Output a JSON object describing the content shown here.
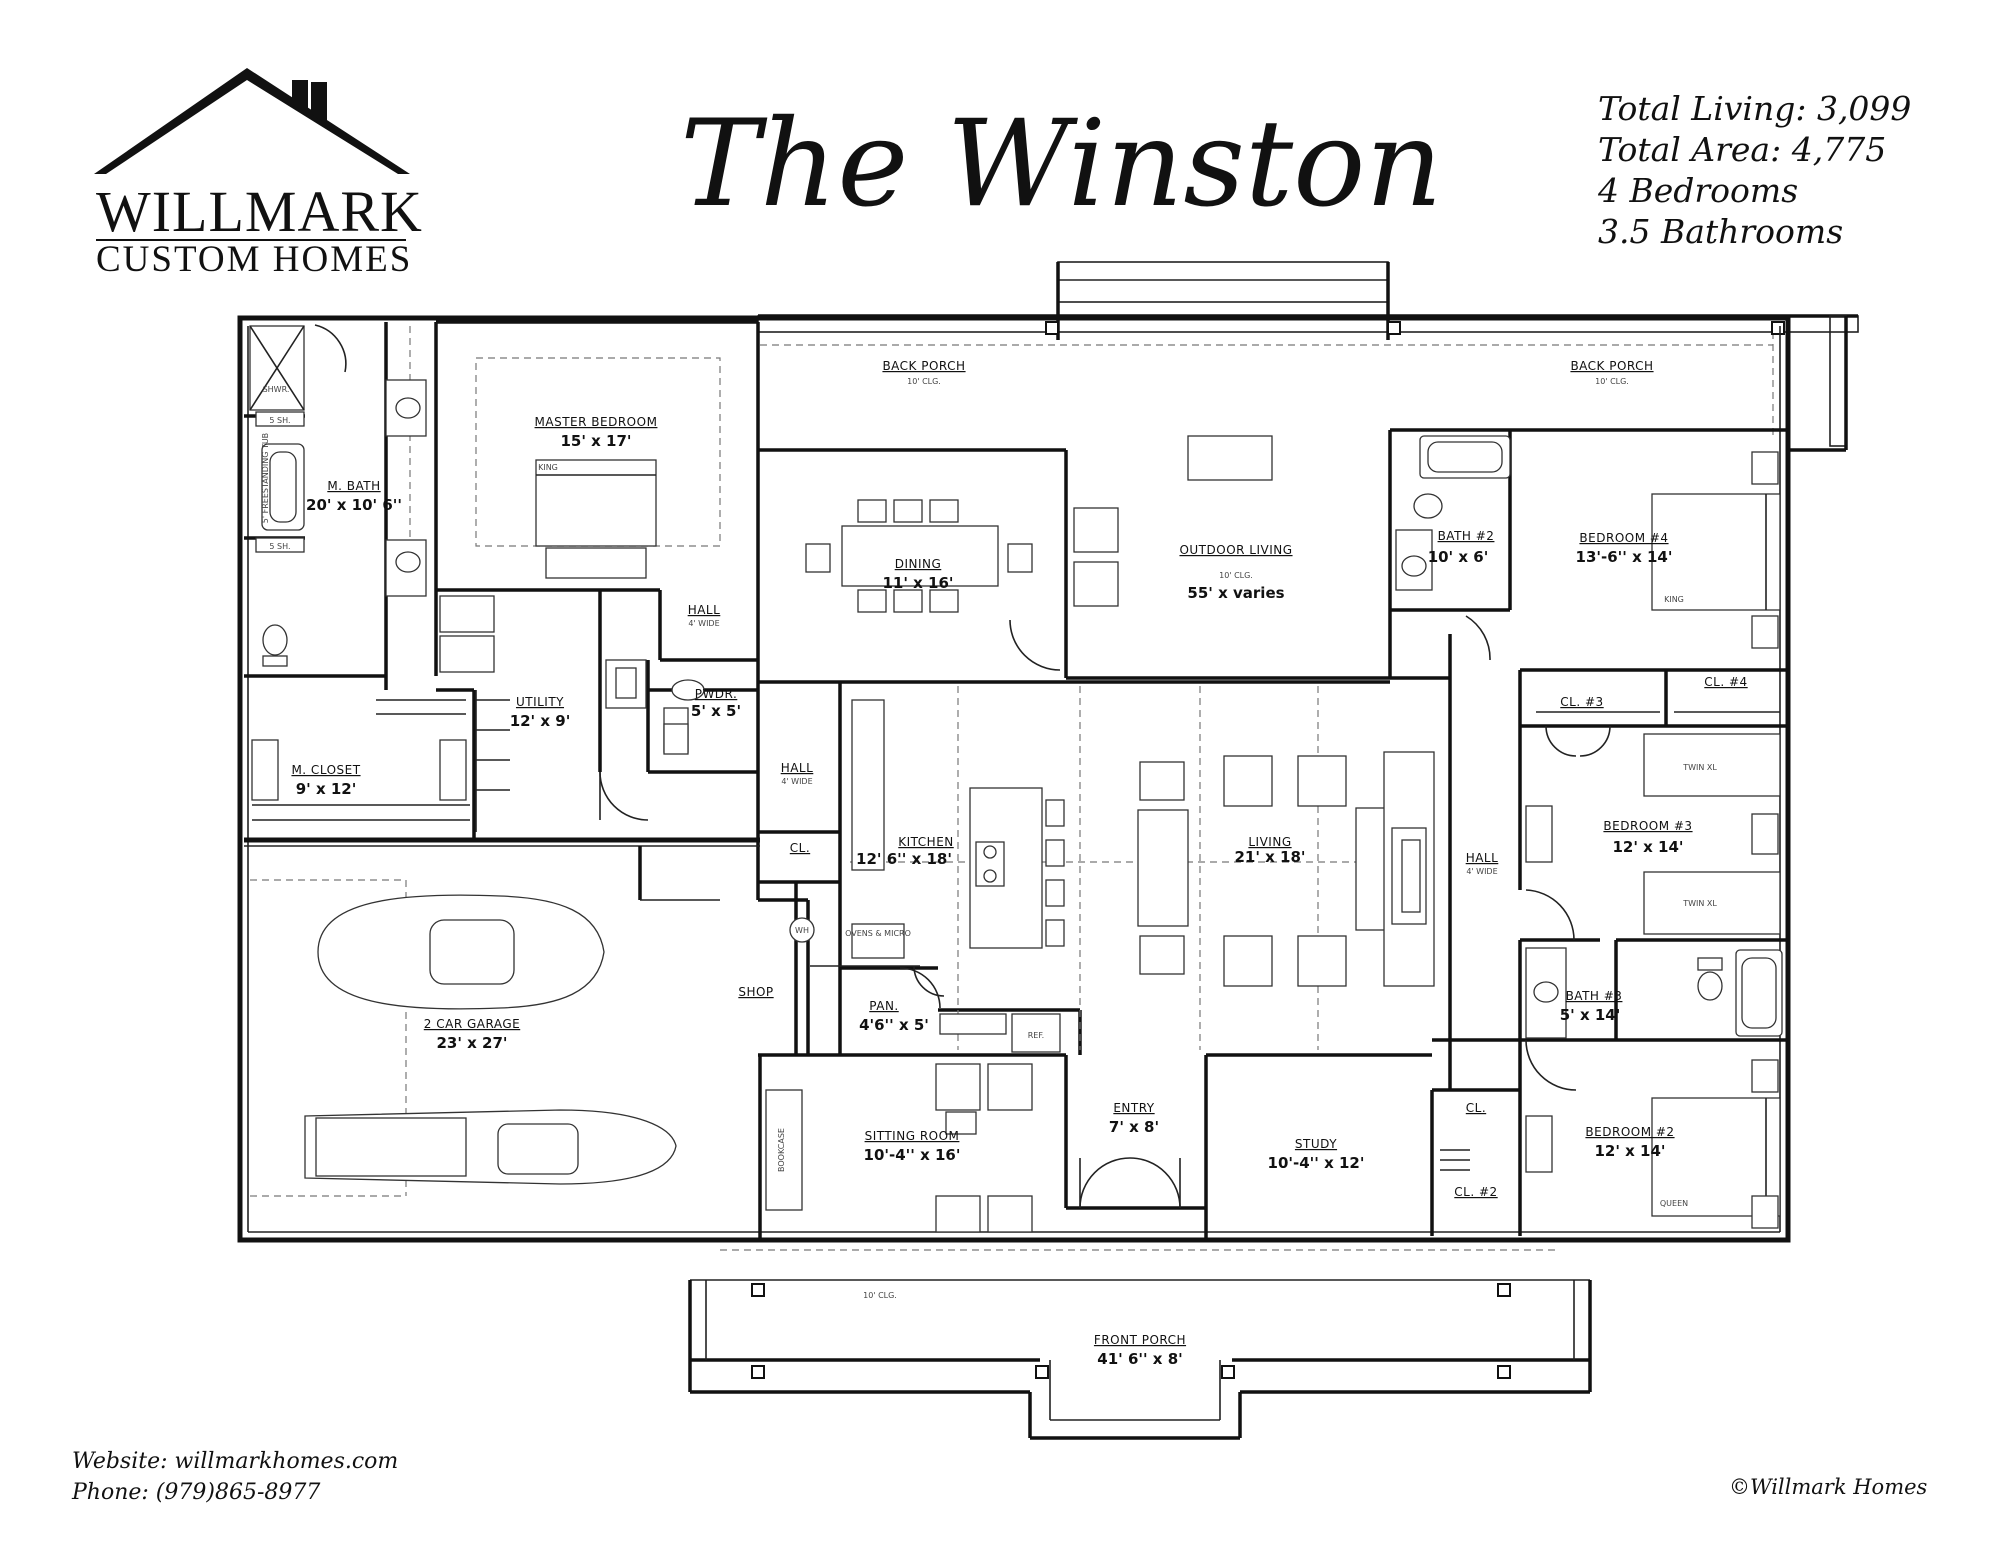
{
  "header": {
    "title": "The Winston",
    "stats": [
      "Total Living: 3,099",
      "Total Area: 4,775",
      "4 Bedrooms",
      "3.5 Bathrooms"
    ]
  },
  "logo": {
    "line1": "WILLMARK",
    "line2": "CUSTOM HOMES"
  },
  "footer": {
    "website": "Website: willmarkhomes.com",
    "phone": "Phone: (979)865-8977",
    "copyright": "©Willmark Homes"
  },
  "rooms": {
    "back_porch_left": {
      "name": "BACK PORCH",
      "note": "10' CLG."
    },
    "back_porch_right": {
      "name": "BACK PORCH",
      "note": "10' CLG."
    },
    "master_bedroom": {
      "name": "MASTER BEDROOM",
      "dim": "15' x 17'",
      "note": "KING"
    },
    "m_bath": {
      "name": "M. BATH",
      "dim": "20' x 10' 6''"
    },
    "dining": {
      "name": "DINING",
      "dim": "11' x 16'"
    },
    "outdoor_living": {
      "name": "OUTDOOR LIVING",
      "note": "10' CLG.",
      "dim": "55' x varies"
    },
    "bath_2": {
      "name": "BATH #2",
      "dim": "10' x 6'"
    },
    "bedroom_4": {
      "name": "BEDROOM #4",
      "dim": "13'-6'' x 14'",
      "note": "KING"
    },
    "hall_top": {
      "name": "HALL",
      "note": "4' WIDE"
    },
    "utility": {
      "name": "UTILITY",
      "dim": "12' x 9'"
    },
    "pwdr": {
      "name": "PWDR.",
      "dim": "5' x 5'"
    },
    "m_closet": {
      "name": "M. CLOSET",
      "dim": "9' x 12'"
    },
    "hall_mid": {
      "name": "HALL",
      "note": "4' WIDE"
    },
    "cl_3": {
      "name": "CL. #3"
    },
    "cl_4": {
      "name": "CL. #4"
    },
    "bedroom_3": {
      "name": "BEDROOM #3",
      "dim": "12' x 14'",
      "bed1": "TWIN XL",
      "bed2": "TWIN XL"
    },
    "kitchen": {
      "name": "KITCHEN",
      "dim": "12' 6'' x 18'"
    },
    "living": {
      "name": "LIVING",
      "dim": "21' x 18'"
    },
    "hall_right": {
      "name": "HALL",
      "note": "4' WIDE"
    },
    "cl": {
      "name": "CL."
    },
    "cl_right": {
      "name": "CL."
    },
    "shop": {
      "name": "SHOP"
    },
    "garage": {
      "name": "2 CAR GARAGE",
      "dim": "23' x 27'"
    },
    "pan": {
      "name": "PAN.",
      "dim": "4'6'' x 5'"
    },
    "bath_3": {
      "name": "BATH #3",
      "dim": "5' x 14'"
    },
    "sitting_room": {
      "name": "SITTING ROOM",
      "dim": "10'-4'' x 16'"
    },
    "entry": {
      "name": "ENTRY",
      "dim": "7' x 8'"
    },
    "study": {
      "name": "STUDY",
      "dim": "10'-4'' x 12'"
    },
    "bedroom_2": {
      "name": "BEDROOM #2",
      "dim": "12' x 14'",
      "note": "QUEEN"
    },
    "cl_2": {
      "name": "CL. #2"
    },
    "front_porch": {
      "name": "FRONT PORCH",
      "dim": "41' 6'' x 8'",
      "note": "10' CLG."
    }
  },
  "fixtures": {
    "shower": "SHWR.",
    "bench_top": "5 SH.",
    "bench_bottom": "5 SH.",
    "tub": "5' FREESTANDING TUB",
    "wh": "WH",
    "ovens": "OVENS & MICRO",
    "ref": "REF.",
    "bookcase": "BOOKCASE"
  }
}
